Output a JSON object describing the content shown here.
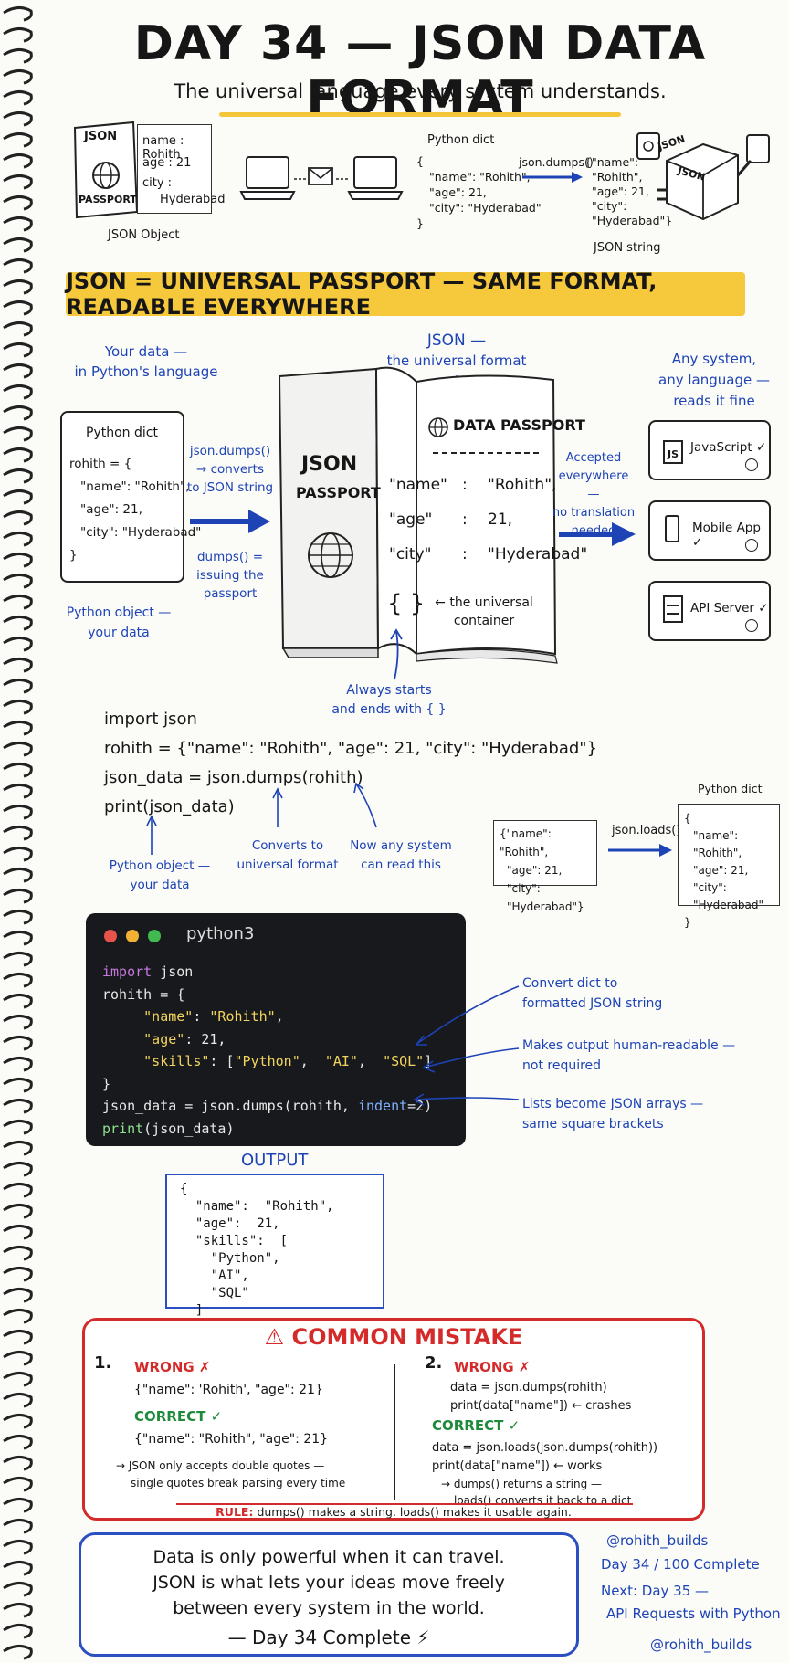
{
  "header": {
    "title": "DAY 34 — JSON DATA FORMAT",
    "subtitle": "The universal language every system understands."
  },
  "top_row": {
    "passport_cover_title": "JSON",
    "passport_cover_sub": "PASSPORT",
    "passport_fields": [
      "name : Rohith",
      "age : 21",
      "city :",
      "Hyderabad"
    ],
    "passport_caption": "JSON Object",
    "python_dict_label": "Python dict",
    "python_dict_lines": [
      "{",
      "\"name\": \"Rohith\",",
      "\"age\": 21,",
      "\"city\": \"Hyderabad\"",
      "}"
    ],
    "dumps_label": "json.dumps()",
    "json_string_lines": [
      "{\"name\":",
      "\"Rohith\",",
      "\"age\": 21,",
      "\"city\":",
      "\"Hyderabad\"}"
    ],
    "json_string_caption": "JSON string",
    "cube_label_1": "JSON",
    "cube_label_2": "JSON"
  },
  "banner": {
    "text": "JSON = UNIVERSAL PASSPORT — SAME FORMAT, READABLE EVERYWHERE"
  },
  "passport_section": {
    "your_data_note": [
      "Your data —",
      "in Python's language"
    ],
    "json_note": [
      "JSON —",
      "the universal format"
    ],
    "any_system_note": [
      "Any system,",
      "any language —",
      "reads it fine"
    ],
    "dict_box_title": "Python dict",
    "dict_box_lines": [
      "rohith = {",
      "\"name\": \"Rohith\",",
      "\"age\": 21,",
      "\"city\": \"Hyderabad\"",
      "}"
    ],
    "dumps_note": [
      "json.dumps()",
      "→ converts",
      "to JSON string"
    ],
    "issuing_note": [
      "dumps() =",
      "issuing the",
      "passport"
    ],
    "python_object_note": [
      "Python object —",
      "your data"
    ],
    "book_cover_title": "JSON",
    "book_cover_sub": "PASSPORT",
    "data_passport_title": "DATA PASSPORT",
    "passport_lines": [
      {
        "key": "\"name\"",
        "sep": ":",
        "value": "\"Rohith\","
      },
      {
        "key": "\"age\"",
        "sep": ":",
        "value": "21,"
      },
      {
        "key": "\"city\"",
        "sep": ":",
        "value": "\"Hyderabad\""
      }
    ],
    "braces": "{ }",
    "container_note": [
      "← the universal",
      "container"
    ],
    "always_note": [
      "Always starts",
      "and ends with { }"
    ],
    "accepted_note": [
      "Accepted",
      "everywhere —",
      "no translation",
      "needed"
    ],
    "systems": [
      {
        "name": "JavaScript ✓",
        "icon": "js-icon",
        "badge": "JS"
      },
      {
        "name": "Mobile App ✓",
        "icon": "phone-icon",
        "badge": ""
      },
      {
        "name": "API Server ✓",
        "icon": "server-icon",
        "badge": ""
      }
    ]
  },
  "code_section": {
    "lines": [
      "import json",
      "rohith = {\"name\": \"Rohith\", \"age\": 21, \"city\": \"Hyderabad\"}",
      "json_data = json.dumps(rohith)",
      "print(json_data)"
    ],
    "ann_python_object": [
      "Python object —",
      "your data"
    ],
    "ann_converts": [
      "Converts to",
      "universal format"
    ],
    "ann_any_system": [
      "Now any system",
      "can read this"
    ],
    "loads_input_lines": [
      "{\"name\": \"Rohith\",",
      "\"age\": 21,",
      "\"city\": \"Hyderabad\"}"
    ],
    "loads_label": "json.loads()",
    "loads_output_title": "Python dict",
    "loads_output_lines": [
      "{",
      "\"name\": \"Rohith\",",
      "\"age\": 21,",
      "\"city\": \"Hyderabad\"",
      "}"
    ]
  },
  "terminal": {
    "title": "python3",
    "dot_colors": [
      "#e5534b",
      "#f2b134",
      "#3fb950"
    ],
    "annotations": [
      [
        "Convert dict to",
        "formatted JSON string"
      ],
      [
        "Makes output human-readable —",
        "not required"
      ],
      [
        "Lists become JSON arrays —",
        "same square brackets"
      ]
    ]
  },
  "output": {
    "title": "OUTPUT",
    "lines": [
      "{",
      "  \"name\":  \"Rohith\",",
      "  \"age\":  21,",
      "  \"skills\":  [",
      "    \"Python\",",
      "    \"AI\",",
      "    \"SQL\"",
      "  ]",
      "}"
    ]
  },
  "mistake": {
    "title": "COMMON MISTAKE",
    "left": {
      "num": "1.",
      "wrong_label": "WRONG ✗",
      "wrong_code": "{\"name\": 'Rohith', \"age\":  21}",
      "correct_label": "CORRECT ✓",
      "correct_code": "{\"name\": \"Rohith\", \"age\": 21}",
      "note": [
        "→ JSON only accepts double quotes —",
        "single quotes break parsing every time"
      ]
    },
    "right": {
      "num": "2.",
      "wrong_label": "WRONG ✗",
      "wrong_code": [
        "data = json.dumps(rohith)",
        "print(data[\"name\"])  ← crashes"
      ],
      "correct_label": "CORRECT ✓",
      "correct_code": [
        "data = json.loads(json.dumps(rohith))",
        "print(data[\"name\"])   ← works"
      ],
      "note": [
        "→ dumps() returns a string —",
        "loads() converts it back to a dict"
      ]
    },
    "rule_label": "RULE:",
    "rule_text": "dumps() makes a string. loads() makes it usable again."
  },
  "footer": {
    "quote": [
      "Data is only powerful when it can travel.",
      "JSON is what lets your ideas move freely",
      "between every system in the world."
    ],
    "signoff": "— Day 34 Complete ⚡",
    "handle": "@rohith_builds",
    "progress": "Day 34 / 100 Complete",
    "next": [
      "Next: Day 35 —",
      "API Requests with Python"
    ],
    "handle_bottom": "@rohith_builds"
  }
}
